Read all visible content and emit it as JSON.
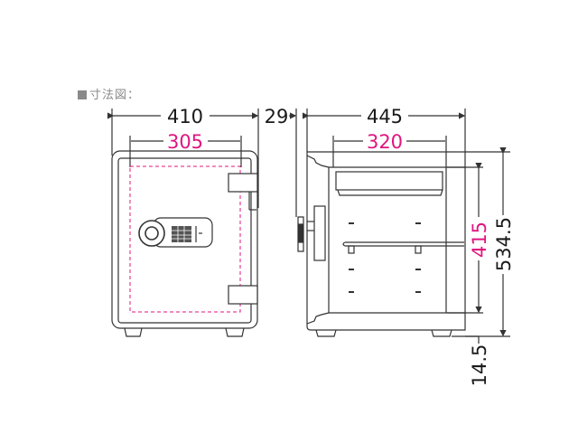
{
  "caption": {
    "label": "寸法図",
    "suffix": "："
  },
  "front_view": {
    "outer_width": "410",
    "inner_width": "305",
    "door_depth": "29"
  },
  "side_view": {
    "outer_depth": "445",
    "inner_depth": "320",
    "inner_height": "415",
    "outer_height": "534.5",
    "foot_height": "14.5"
  },
  "colors": {
    "outline": "#1a1a1a",
    "inner_dimension": "#e0157f",
    "caption": "#8a8a8a"
  },
  "units": "mm"
}
